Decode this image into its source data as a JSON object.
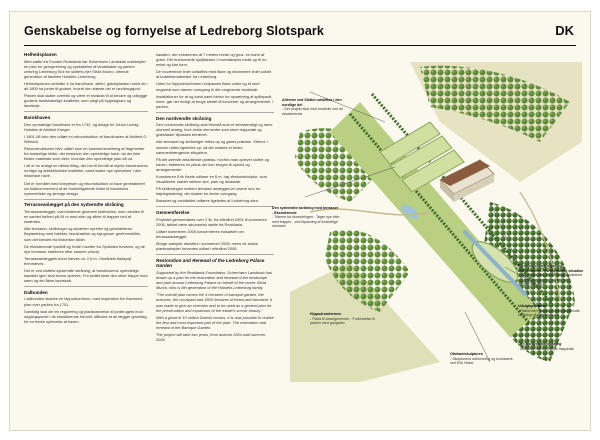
{
  "header": {
    "title": "Genskabelse og fornyelse af Ledreborg Slotspark",
    "lang": "DK"
  },
  "col1": {
    "h_helhed": "Helhedsplanen",
    "p_helhed_1": "Med støtte fra Fonden Realdania har Scherrhørn Landskab udarbejdet en plan for genopretning og nyskabelse af landskabet og parken omkring Ledreborg Slot for slottets ejer Silvia Munro, ottende generation af familien Holstein-Ledreborg.",
    "p_helhed_2": "Helhedsplanen omfatter 4 ha barokhave, alléer, glaciepladsen samt de i alt 1800 ha jorder til godset, hvoraf den største del er landbrugsjord.",
    "p_helhed_3": "Planen skal skabe overblik og være et redskab til at bevare og udbygge godsets landskabelige kvaliteter, som vægt på bygningsarv og landskab.",
    "h_barok": "Barokhaven",
    "p_barok_1": "Den oprindelige barokhave er fra 1742, og anlagt for Johan Ludvig Holstein af Arkitekt Krieger.",
    "p_barok_2": "I 1801-08 blev den udført en rekonstruktion af barokhaven af Arkitekt G. Wittrock.",
    "p_barok_3": "Rekonstruktionen blev udført som en sammensmeltning af fragmenter fra forskellige kilder, der beskriver den oprindelige have, da der ikke findes materiale som viser, hvordan den oprindelige plan så ud.",
    "p_barok_4": "I alt er nu anlagt en række tiltag, der har til formål at styrke barokhavens rumlige og arkitektoniske kvaliteter, samt skabe nye oplevelser i den historiske have.",
    "p_barok_5": "Det er formålet med fornyelsen og rekonstruktion at have genetableret sin fuldkommenhed af de forskelligartede kilder til barokkens symmetriske og strenge design.",
    "h_terrasse": "Terrasseanlægget på den sydvendte skråning",
    "p_terr_1": "Terrasseanlægget, overvindende geometri fastholdes, men udvides til en samlet helhed på 94 m med stier og alléer til trapper ned af skrænten.",
    "p_terr_2": "Alle terrasser, skråninger og skrænter opretes og genetableres. Beplantning med hækker, taxushække og slyngroser genfremstilles, som det kendes fra historiske kilder.",
    "p_terr_3": "De eksisterende lyseblå og hvide rosetter fra Sydsiden bevares, og de nye terrasser etableres efter samme princip.",
    "p_terr_4": "Terrasseanlæggets bund hæves ca. 2,5 m. Områdets fladspejl fremhæves.",
    "p_terr_5": "Det er ved slottets sydvendte skråning, at barokhavens oprindelige karakter igen skal kunne opleves. Fra slottet fører den store trappe mod søen og det åbne landskab.",
    "h_dalbund": "Dalbunden",
    "p_dal_1": "I dalbunden skabes en hippodromform, med inspiration fra Hammers plan over parken fra 1751.",
    "p_dal_2": "Samtidig skal der en regulering og pladsdannelse af jordbrugets mod udgangspunkt i de eksisterende forhold, således at de lægger grundlag for en bedre oplevelse af haven."
  },
  "col2": {
    "p_intro": "kanalen, der indrammes af 7 meters brede og grus- en barm af græs. Det bueformede spejlbassin i hovedaksens midte op til en enkel og klar form.",
    "p_intro_2": "De nuværende linier udskiftes med flade og strammere linier udført af kvalitetsmaterialer fra Ledreborg.",
    "p_intro_3": "Uden for hippodromformen indpasses flade volter og et stort engareal som danner overgang til det omgivende landskab.",
    "p_intro_4": "Installationer for at og sand samt behov for opsætning af spillepavil. ioner, gør det muligt at bruge stedet til koncerter og arrangementer i parken.",
    "h_nord": "Den nordvendte skråning",
    "p_nord_1": "Den nordvendte skråning skal fremstå som et selvstændigt og mere uformelt anlæg, hvor enkle elementer som store trappeløb og græsflader tilpasses terrænet.",
    "p_nord_2": "Alle terrasser og skråninger rettes op og gøres præcise. Stierne i skoven rettes ligeledes op, så der skabes et bedre sammenhængende stisystem.",
    "p_nord_3": "På det øverste afsluttende plateau, hvorfra man oplever slottet og haven, etableres en plads der kan bruges til ophold og arrangementer.",
    "p_nord_4": "Kunstneren Erik Heide udfører en 6 m. høj ottekantskulptur, som visualiserer mødet mellem slot, park og landskab.",
    "p_nord_5": "På skrånningen mellem terrasse anlægges en lavere mur en højdegradering, der skaber en bedre overgang.",
    "p_nord_6": "Bassinet og vandfaldet udføres ligeledes af Ledreborg-sten.",
    "h_gennem": "Gennemførelse",
    "p_gen_1": "Projektet gennemføres over 2 år, fra efteråret 2004 til sommeren 2006, takket være økonomisk støtte fra Realdania.",
    "p_gen_2": "Udført sommeren 2005 koncentreres indsatsen om terrasseanlægget.",
    "p_gen_3": "Øvrige arbejder afsluttes i sommeren 2006, mens de sidste plantearbejder forventes udført i efteråret 2006.",
    "h_en": "Restoration and Renewal of the Ledreborg Palace Garden",
    "p_en_1": "Supported by the Realdania-Foundation, Scherrhørn Landskab has drawn up a plan for the restoration and renewal of the landscape and park around Ledreborg Palace on behalf of the owner Silvia Munro, who is 8th generation of the Holstein-Ledreborg family.",
    "p_en_2": "\"The overall plan covers the 4 hectares of baroque garden, the avenues, the courtyard and 1800 hectares of forest and farmland. It was made to give an overview and to be used as a general plan for the preservation and expansion of the estate's scenic beauty.\"",
    "p_en_3": "With a grant of 10 million Danish crowns, it is now possible to realize the first and most important part of the plan: The restoration and renewal of the Baroque Garden.",
    "p_en_4": "The project will take two years, from autumn 2004 until summer 2006."
  },
  "notes": {
    "n1_title": "Alléerne ved Slottet udskiftes i den nordlige del",
    "n1_body": "- Det projekt skal med forskelle ved de eksisterende",
    "n2_title": "Den sydvendte skråning med terrasser - Eksisterende",
    "n2_body": "- Tiderne for blomstringen - Tager nye stier med trapper - ved tilpasning af forskellige niveauer",
    "n3_title": "Hippodromformen",
    "n3_body": "- Plads til arrangementer - Forbindelse til parken med gangstier",
    "n4_title": "Fordelingshvælvingen og afslutningens i fra oprindelig situation",
    "n4_body": "- nye vinger skal fremstå med karakterer og gennemsigtighed i synet i den omgivende natur",
    "n5_title": "Udsigtsplatform",
    "n5_body": "- Platformen placeres i den nordvendte skråning på højeste punkt",
    "n6_title": "Ottekantskulpturen",
    "n6_body": "- Skulpturens udformning og kunstværk ved Erik Heide",
    "n7_title": "Den nordvendte skråning",
    "n7_body": "- Alle stier rettes op - nye trappeløb"
  },
  "icons": {
    "illustration": "aerial-park-illustration-icon"
  }
}
